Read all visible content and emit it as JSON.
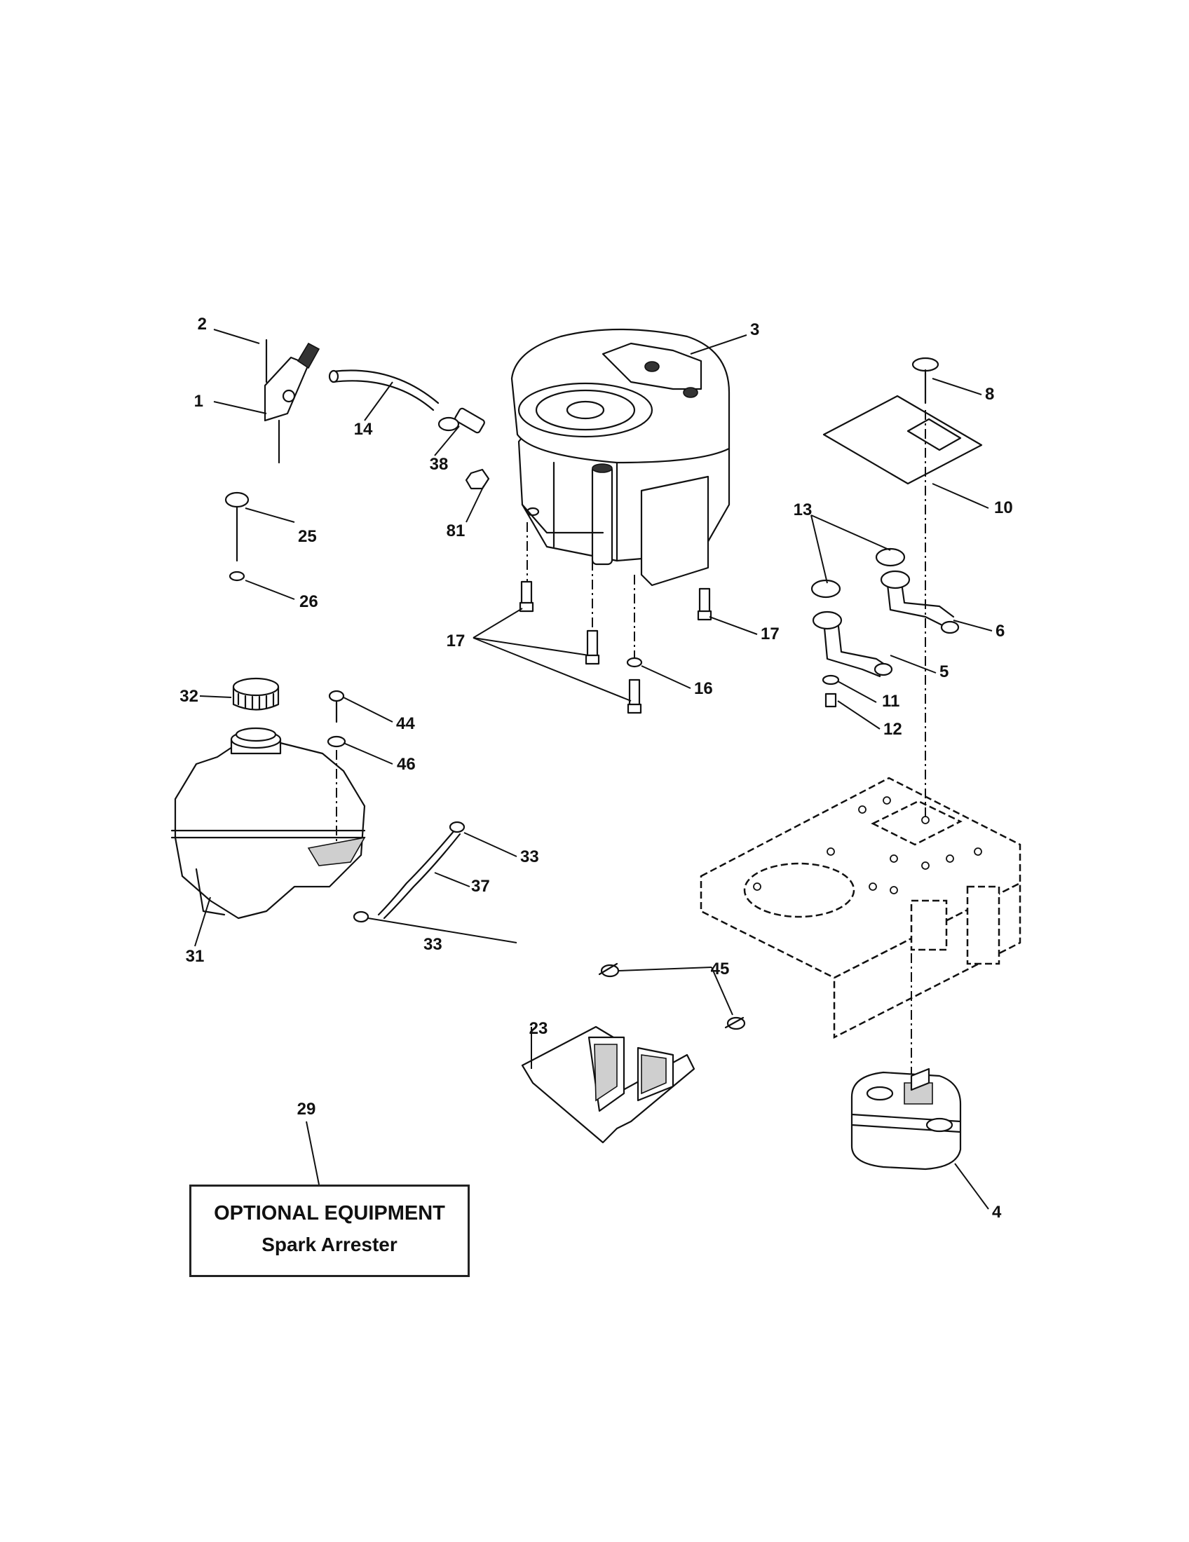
{
  "callouts": {
    "c1": "1",
    "c2": "2",
    "c3": "3",
    "c4": "4",
    "c5": "5",
    "c6": "6",
    "c8": "8",
    "c10": "10",
    "c11": "11",
    "c12": "12",
    "c13": "13",
    "c14": "14",
    "c16": "16",
    "c17a": "17",
    "c17b": "17",
    "c23": "23",
    "c25": "25",
    "c26": "26",
    "c29": "29",
    "c31": "31",
    "c32": "32",
    "c33a": "33",
    "c33b": "33",
    "c37": "37",
    "c38": "38",
    "c44": "44",
    "c45": "45",
    "c46": "46",
    "c81": "81"
  },
  "note": {
    "title": "OPTIONAL EQUIPMENT",
    "subtitle": "Spark Arrester"
  }
}
